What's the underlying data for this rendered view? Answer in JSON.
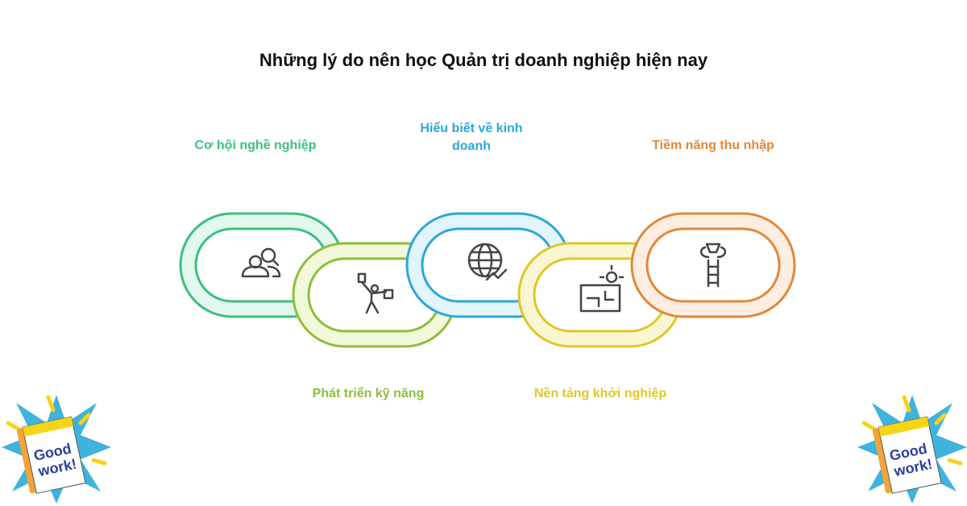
{
  "title": "Những lý do nên học Quản trị doanh nghiệp hiện nay",
  "links": [
    {
      "label": "Cơ hội nghề nghiệp",
      "color": "#3cbf7f",
      "fill": "#e3f8ee",
      "icon": "people-search-icon"
    },
    {
      "label": "Phát triển kỹ năng",
      "color": "#8cbf3a",
      "fill": "#f1f9d9",
      "icon": "person-skills-icon"
    },
    {
      "label": "Hiểu biết về kinh doanh",
      "color": "#2aa7dc",
      "fill": "#e2f4fc",
      "icon": "globe-growth-icon"
    },
    {
      "label": "Nền tảng khởi nghiệp",
      "color": "#dcc828",
      "fill": "#fbf6d2",
      "icon": "idea-blueprint-icon"
    },
    {
      "label": "Tiềm năng thu nhập",
      "color": "#e0883a",
      "fill": "#fdeee1",
      "icon": "ladder-trophy-icon"
    }
  ],
  "sticker": {
    "text": "Good work!"
  }
}
